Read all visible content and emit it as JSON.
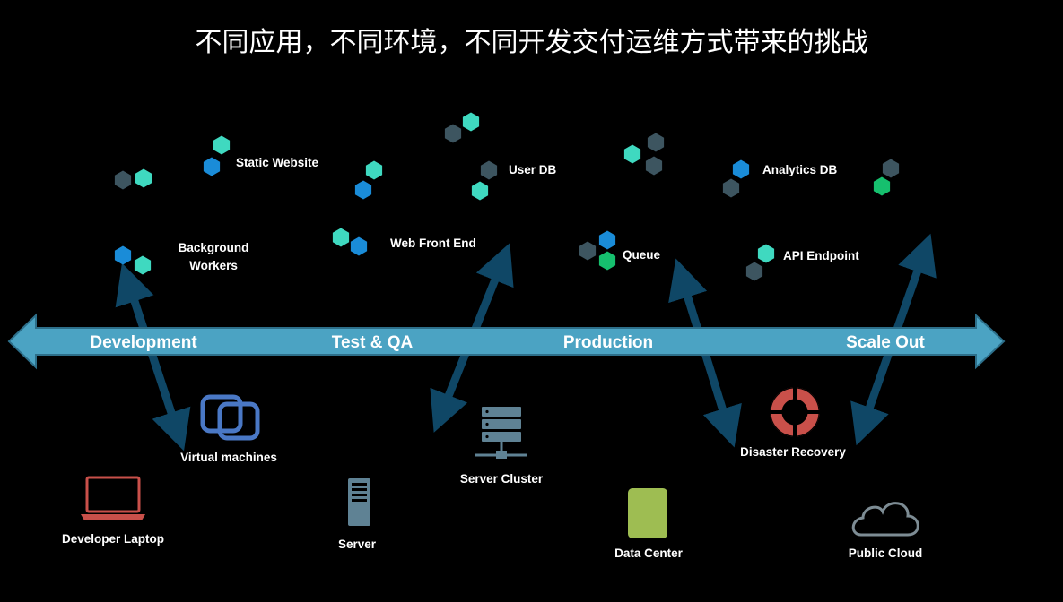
{
  "title": "不同应用，不同环境，不同开发交付运维方式带来的挑战",
  "stages": [
    {
      "label": "Development"
    },
    {
      "label": "Test & QA"
    },
    {
      "label": "Production"
    },
    {
      "label": "Scale Out"
    }
  ],
  "apps": [
    {
      "label": "Static Website"
    },
    {
      "label": "User DB"
    },
    {
      "label": "Analytics DB"
    },
    {
      "label_lines": [
        "Background",
        "Workers"
      ]
    },
    {
      "label": "Web Front End"
    },
    {
      "label": "Queue"
    },
    {
      "label": "API Endpoint"
    }
  ],
  "environments": [
    {
      "label": "Virtual machines",
      "icon": "virtual-machines-icon"
    },
    {
      "label": "Server Cluster",
      "icon": "server-cluster-icon"
    },
    {
      "label": "Disaster Recovery",
      "icon": "lifebuoy-icon"
    },
    {
      "label": "Developer Laptop",
      "icon": "laptop-icon"
    },
    {
      "label": "Server",
      "icon": "server-icon"
    },
    {
      "label": "Data Center",
      "icon": "data-center-icon"
    },
    {
      "label": "Public Cloud",
      "icon": "cloud-icon"
    }
  ],
  "colors": {
    "timeline": "#4ba3c3",
    "timeline_edge": "#2d6f8a",
    "connector": "#0f4766",
    "hex_teal": "#3fd9c0",
    "hex_blue": "#1a8cd8",
    "hex_gray": "#3d5560",
    "hex_green": "#16c06e",
    "laptop": "#c9504a",
    "vm": "#4a78c5",
    "server": "#5f8294",
    "data_center": "#9ebd52",
    "lifebuoy": "#c9504a",
    "cloud": "#7d8c94"
  }
}
